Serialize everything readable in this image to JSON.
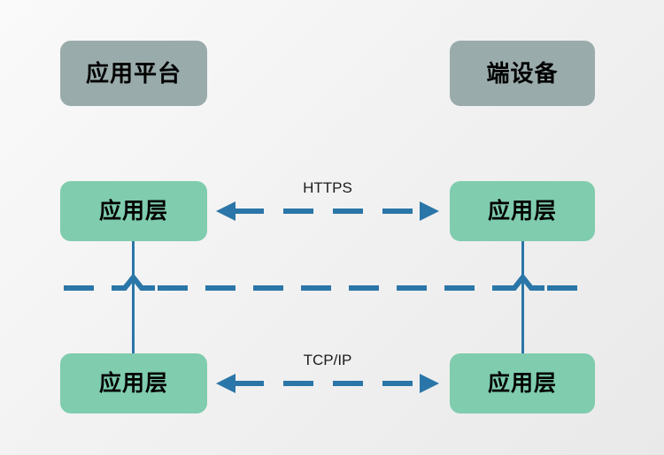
{
  "diagram": {
    "title_left": "应用平台",
    "title_right": "端设备",
    "background_start": "#fafafa",
    "background_end": "#e9e9e9",
    "header_color": "#9aabab",
    "layer_color": "#7fccae",
    "line_color": "#2b76a8",
    "headers": [
      {
        "label": "应用平台",
        "name": "header-app-platform"
      },
      {
        "label": "端设备",
        "name": "header-end-device"
      }
    ],
    "layers": [
      {
        "label": "应用层",
        "name": "layer-left-top"
      },
      {
        "label": "应用层",
        "name": "layer-right-top"
      },
      {
        "label": "应用层",
        "name": "layer-left-bottom"
      },
      {
        "label": "应用层",
        "name": "layer-right-bottom"
      }
    ],
    "connections": [
      {
        "label": "HTTPS",
        "name": "connection-https",
        "style": "dashed-double-arrow"
      },
      {
        "label": "TCP/IP",
        "name": "connection-tcpip",
        "style": "dashed-double-arrow"
      }
    ],
    "divider": {
      "name": "divider-dashed-line",
      "style": "dashed"
    },
    "vertical_links": [
      {
        "name": "vertical-link-left"
      },
      {
        "name": "vertical-link-right"
      }
    ]
  }
}
